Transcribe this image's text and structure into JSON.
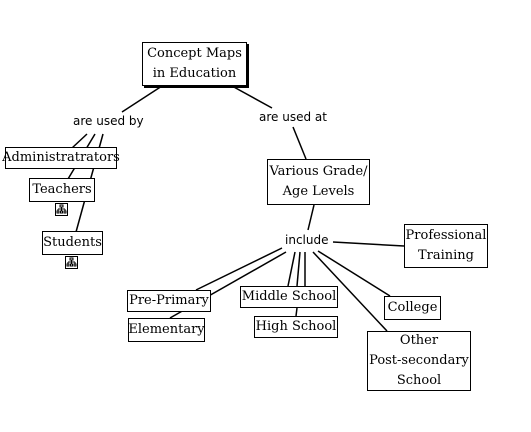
{
  "nodes": {
    "root": "Concept Maps\nin Education",
    "administrators": "Administratrators",
    "teachers": "Teachers",
    "students": "Students",
    "grade_levels": "Various Grade/\nAge Levels",
    "professional": "Professional\nTraining",
    "pre_primary": "Pre-Primary",
    "elementary": "Elementary",
    "middle_school": "Middle School",
    "high_school": "High School",
    "college": "College",
    "other": "Other\nPost-secondary\nSchool"
  },
  "links": {
    "are_used_by": "are used by",
    "are_used_at": "are used at",
    "include": "include"
  },
  "icons": {
    "teachers_resource": "hierarchy-resource-icon",
    "students_resource": "hierarchy-resource-icon"
  }
}
